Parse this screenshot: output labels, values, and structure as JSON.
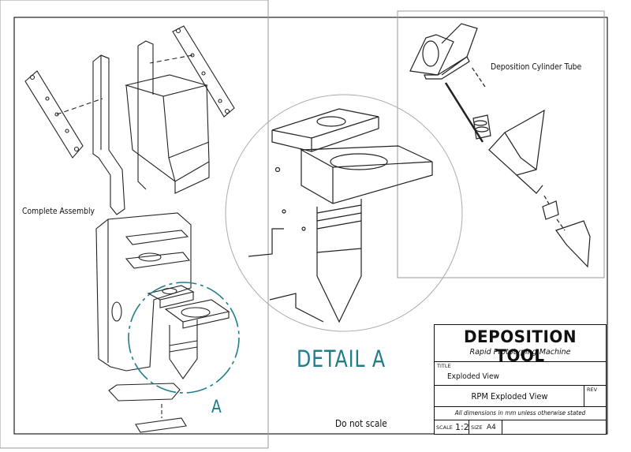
{
  "labels": {
    "complete_assembly": "Complete Assembly",
    "deposition_cylinder": "Deposition Cylinder Tube",
    "detail_a": "DETAIL A",
    "callout_a": "A",
    "do_not_scale": "Do not scale"
  },
  "title_block": {
    "name": "DEPOSITION TOOL",
    "subtitle": "Rapid Prototyping Machine",
    "title_caption": "TITLE",
    "title_value": "Exploded View",
    "drawing_value": "RPM Exploded View",
    "rev_caption": "REV",
    "notes": "All dimensions in mm unless otherwise stated",
    "scale_caption": "SCALE",
    "scale_value": "1:2",
    "size_caption": "SIZE",
    "size_value": "A4"
  },
  "colors": {
    "ink": "#111111",
    "detail_accent": "#1f7d8c",
    "sheet": "#ffffff"
  }
}
